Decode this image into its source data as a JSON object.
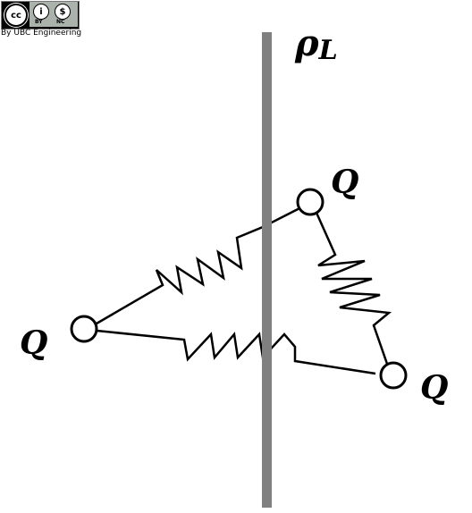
{
  "license_badge": {
    "cc_text": "cc",
    "by_icon": "person-icon",
    "nc_icon": "dollar-strike-icon",
    "by_label": "BY",
    "nc_label": "NC",
    "caption": "By UBC Engineering"
  },
  "diagram": {
    "line_charge_label": "ρL",
    "line_charge_symbol": "ρ",
    "line_charge_subscript": "L",
    "charge_label": "Q",
    "rod_color": "#808080",
    "line_color": "#000000"
  }
}
